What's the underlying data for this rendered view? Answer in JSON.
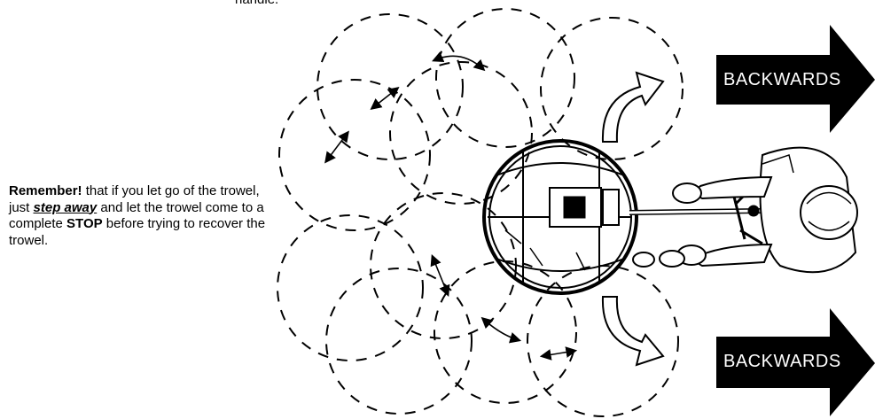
{
  "top_fragment": "handle.",
  "note": {
    "lead": "Remember!",
    "part1": " that if you let go of the trowel, just ",
    "emph": "step away",
    "part2": " and let the trowel come to a complete ",
    "stop": "STOP",
    "part3": " before trying to recover the trowel."
  },
  "arrows": {
    "top_label": "BACKWARDS",
    "bottom_label": "BACKWARDS",
    "fill": "#000000"
  }
}
